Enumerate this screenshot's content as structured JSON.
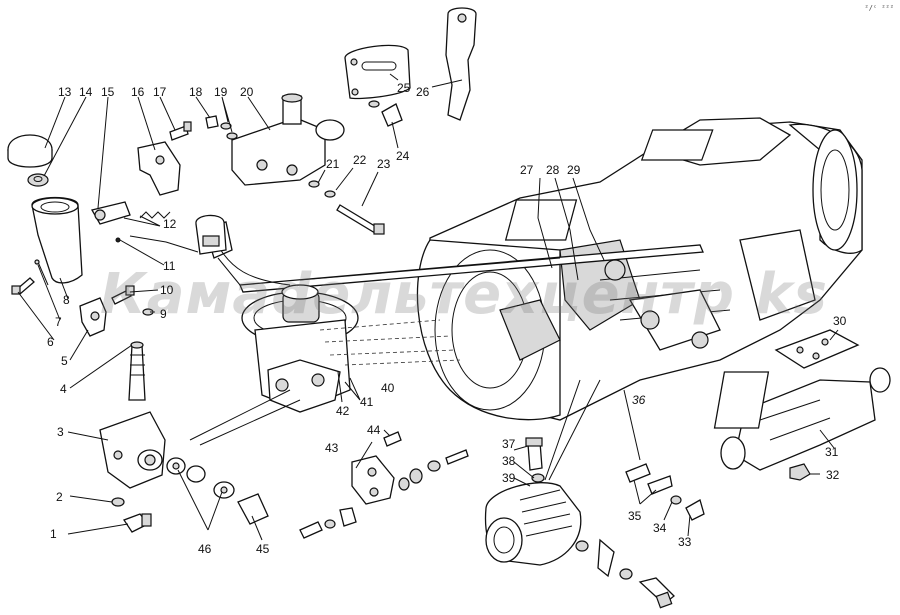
{
  "watermark": "Камаdeльтехцентр ks",
  "corner_mark": "²/ᶜ ²²²",
  "callouts": [
    {
      "id": 1,
      "text": "1"
    },
    {
      "id": 2,
      "text": "2"
    },
    {
      "id": 3,
      "text": "3"
    },
    {
      "id": 4,
      "text": "4"
    },
    {
      "id": 5,
      "text": "5"
    },
    {
      "id": 6,
      "text": "6"
    },
    {
      "id": 7,
      "text": "7"
    },
    {
      "id": 8,
      "text": "8"
    },
    {
      "id": 9,
      "text": "9"
    },
    {
      "id": 10,
      "text": "10"
    },
    {
      "id": 11,
      "text": "11"
    },
    {
      "id": 12,
      "text": "12"
    },
    {
      "id": 13,
      "text": "13"
    },
    {
      "id": 14,
      "text": "14"
    },
    {
      "id": 15,
      "text": "15"
    },
    {
      "id": 16,
      "text": "16"
    },
    {
      "id": 17,
      "text": "17"
    },
    {
      "id": 18,
      "text": "18"
    },
    {
      "id": 19,
      "text": "19"
    },
    {
      "id": 20,
      "text": "20"
    },
    {
      "id": 21,
      "text": "21"
    },
    {
      "id": 22,
      "text": "22"
    },
    {
      "id": 23,
      "text": "23"
    },
    {
      "id": 24,
      "text": "24"
    },
    {
      "id": 25,
      "text": "25"
    },
    {
      "id": 26,
      "text": "26"
    },
    {
      "id": 27,
      "text": "27"
    },
    {
      "id": 28,
      "text": "28"
    },
    {
      "id": 29,
      "text": "29"
    },
    {
      "id": 30,
      "text": "30"
    },
    {
      "id": 31,
      "text": "31"
    },
    {
      "id": 32,
      "text": "32"
    },
    {
      "id": 33,
      "text": "33"
    },
    {
      "id": 34,
      "text": "34"
    },
    {
      "id": 35,
      "text": "35"
    },
    {
      "id": 36,
      "text": "36"
    },
    {
      "id": 37,
      "text": "37"
    },
    {
      "id": 38,
      "text": "38"
    },
    {
      "id": 39,
      "text": "39"
    },
    {
      "id": 40,
      "text": "40"
    },
    {
      "id": 41,
      "text": "41"
    },
    {
      "id": 42,
      "text": "42"
    },
    {
      "id": 43,
      "text": "43"
    },
    {
      "id": 44,
      "text": "44"
    },
    {
      "id": 45,
      "text": "45"
    },
    {
      "id": 46,
      "text": "46"
    }
  ],
  "colors": {
    "ink": "#111111",
    "paper": "#ffffff",
    "watermark": "#787878"
  }
}
